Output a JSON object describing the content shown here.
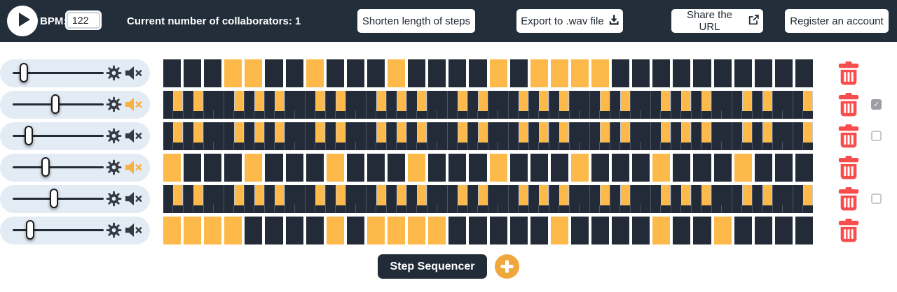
{
  "header": {
    "bpm_label": "BPM:",
    "bpm_value": "122",
    "collaborators_text": "Current number of collaborators: 1",
    "buttons": {
      "shorten": "Shorten length of steps",
      "export": "Export to .wav file",
      "share": "Share the URL",
      "register": "Register an account"
    }
  },
  "footer": {
    "sequencer_label": "Step Sequencer",
    "add_label": "+"
  },
  "colors": {
    "header_bg": "#232e3b",
    "step_off": "#222b37",
    "step_on": "#fdba4a",
    "control_pill_bg": "#e3ebf5",
    "trash_red": "#f94d4d",
    "muted_icon_orange": "#f8b13f",
    "add_button_orange": "#f0a73c"
  },
  "icons": [
    "play-icon",
    "gear-icon",
    "mute-icon",
    "trash-icon",
    "download-icon",
    "external-link-icon",
    "plus-icon",
    "checkmark-icon"
  ],
  "sequencer": {
    "track_count": 6,
    "rows": [
      {
        "style": "wide",
        "step_count": 32,
        "volume_percent": 12,
        "mute_highlighted": false,
        "checkbox": "none",
        "active_steps": [
          3,
          4,
          7,
          11,
          16,
          18,
          19,
          20,
          21
        ]
      },
      {
        "style": "dense",
        "step_count": 64,
        "volume_percent": 47,
        "mute_highlighted": true,
        "checkbox": "checked",
        "active_steps": [
          1,
          3,
          7,
          9,
          11,
          15,
          17,
          21,
          23,
          25,
          29,
          31,
          35,
          37,
          39,
          43,
          45,
          49,
          51,
          53,
          57,
          59,
          63
        ]
      },
      {
        "style": "dense",
        "step_count": 64,
        "volume_percent": 18,
        "mute_highlighted": false,
        "checkbox": "unchecked",
        "active_steps": [
          1,
          3,
          7,
          9,
          11,
          15,
          17,
          21,
          23,
          25,
          29,
          31,
          35,
          37,
          39,
          43,
          45,
          49,
          51,
          53,
          57,
          59,
          63
        ]
      },
      {
        "style": "wide",
        "step_count": 32,
        "volume_percent": 36,
        "mute_highlighted": true,
        "checkbox": "none",
        "active_steps": [
          0,
          4,
          8,
          12,
          16,
          20,
          24,
          28
        ]
      },
      {
        "style": "dense",
        "step_count": 64,
        "volume_percent": 45,
        "mute_highlighted": false,
        "checkbox": "unchecked",
        "active_steps": [
          1,
          3,
          7,
          9,
          11,
          15,
          17,
          21,
          23,
          25,
          29,
          31,
          35,
          37,
          39,
          43,
          45,
          49,
          51,
          53,
          57,
          59,
          63
        ]
      },
      {
        "style": "wide",
        "step_count": 32,
        "volume_percent": 19,
        "mute_highlighted": false,
        "checkbox": "none",
        "active_steps": [
          0,
          1,
          2,
          3,
          8,
          10,
          11,
          12,
          13,
          19,
          24,
          27
        ]
      }
    ]
  }
}
